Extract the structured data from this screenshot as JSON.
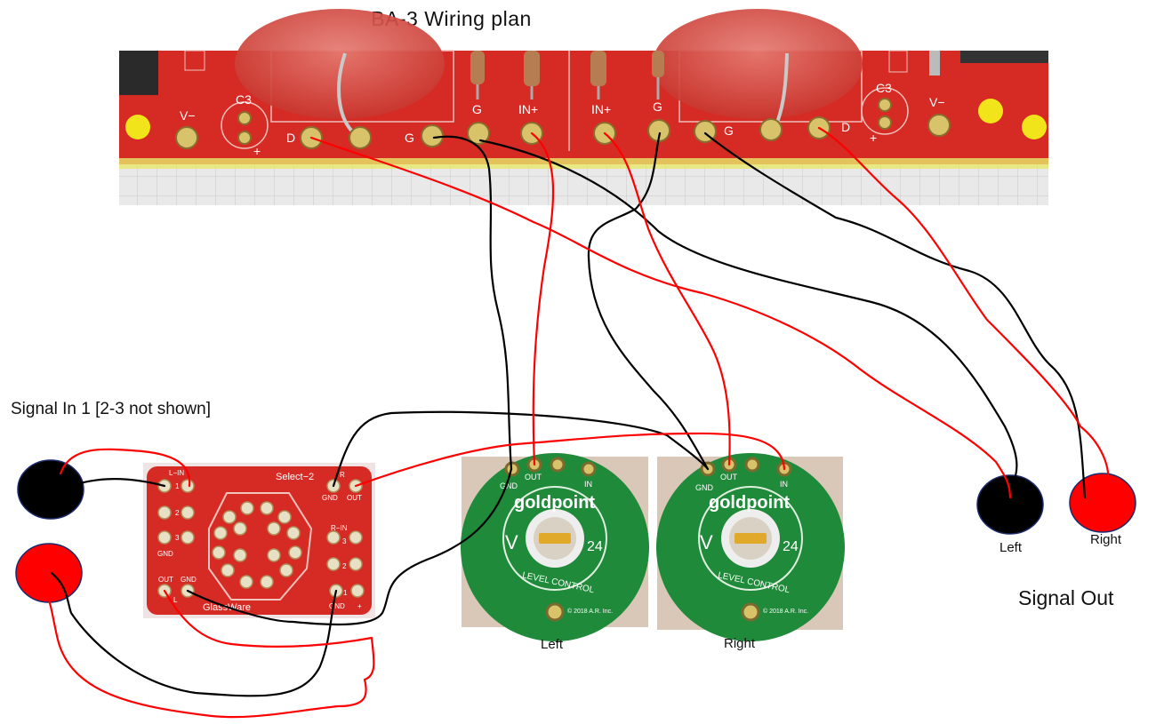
{
  "title": "BA-3 Wiring plan",
  "amp_board": {
    "labels": [
      "V−",
      "C3",
      "+",
      "D",
      "G",
      "G",
      "IN+",
      "IN+",
      "G",
      "G",
      "D",
      "C3",
      "+",
      "V−"
    ]
  },
  "signal_in_label": "Signal In 1 [2-3 not shown]",
  "selector_board": {
    "brand_top": "Select−2",
    "brand_bottom": "GlassWare",
    "l_in": "L−IN",
    "r_in": "R−IN",
    "gnd": "GND",
    "out": "OUT",
    "r": "R",
    "l": "L",
    "num1": "1",
    "num2": "2",
    "num3": "3",
    "plus": "+"
  },
  "pots": [
    {
      "caption": "Left",
      "gnd": "GND",
      "out": "OUT",
      "in": "IN",
      "brand": "goldpoint",
      "v": "V",
      "num": "24",
      "ring": "LEVEL CONTROL",
      "copyright": "© 2018 A.R. Inc."
    },
    {
      "caption": "Right",
      "gnd": "GND",
      "out": "OUT",
      "in": "IN",
      "brand": "goldpoint",
      "v": "V",
      "num": "24",
      "ring": "LEVEL CONTROL",
      "copyright": "© 2018 A.R. Inc."
    }
  ],
  "signal_out": {
    "label": "Signal Out",
    "left": "Left",
    "right": "Right"
  },
  "colors": {
    "board_red": "#d62a24",
    "wire_red": "#ff0000",
    "wire_black": "#000000",
    "pcb_green": "#1f8a3a",
    "solder": "#d9c36a"
  }
}
